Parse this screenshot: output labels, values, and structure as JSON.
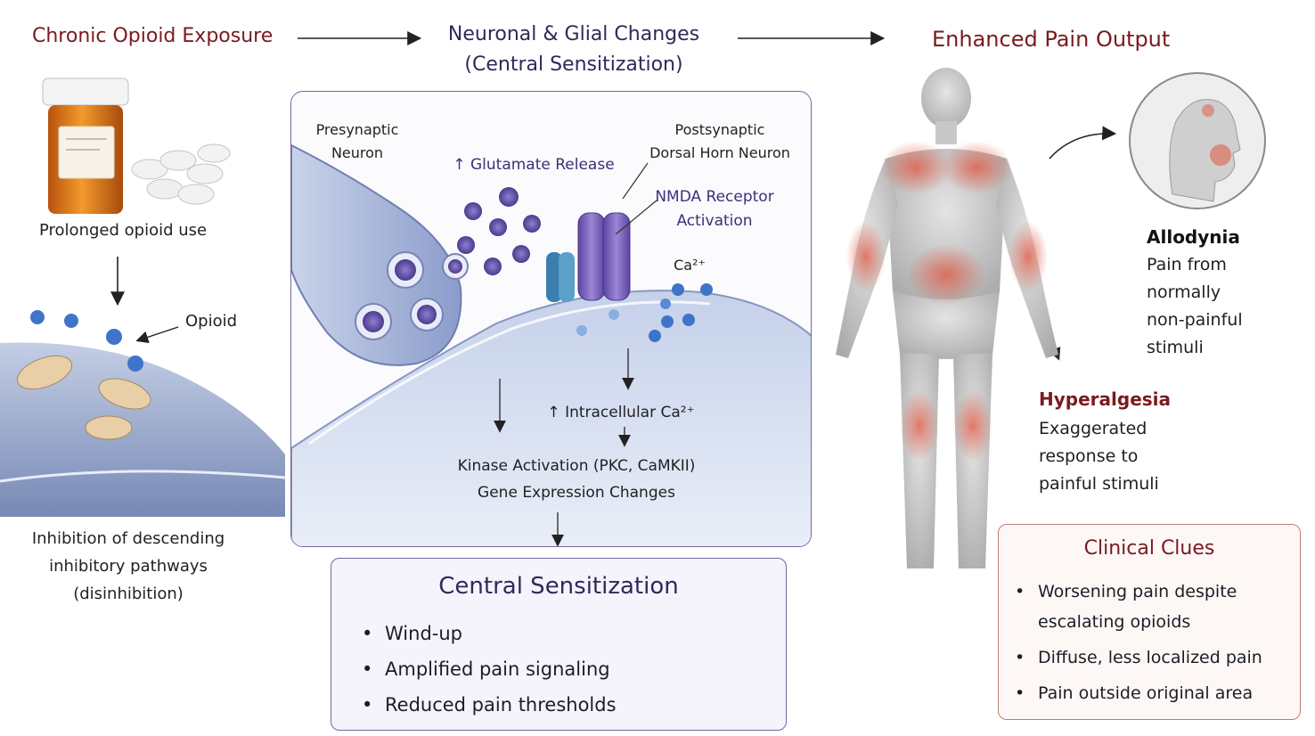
{
  "headers": {
    "left": "Chronic Opioid Exposure",
    "middle_line1": "Neuronal & Glial Changes",
    "middle_line2": "(Central Sensitization)",
    "right": "Enhanced Pain Output"
  },
  "left_panel": {
    "prolonged": "Prolonged opioid use",
    "opioid_label": "Opioid",
    "inhibition_line1": "Inhibition of descending",
    "inhibition_line2": "inhibitory pathways",
    "inhibition_line3": "(disinhibition)"
  },
  "synapse": {
    "presynaptic_line1": "Presynaptic",
    "presynaptic_line2": "Neuron",
    "postsynaptic_line1": "Postsynaptic",
    "postsynaptic_line2": "Dorsal Horn Neuron",
    "glutamate": "↑ Glutamate Release",
    "nmda_line1": "NMDA Receptor",
    "nmda_line2": "Activation",
    "calcium": "Ca²⁺",
    "intracellular": "↑ Intracellular Ca²⁺",
    "kinase": "Kinase Activation (PKC, CaMKII)",
    "gene": "Gene Expression Changes"
  },
  "central_sensitization": {
    "title": "Central Sensitization",
    "items": [
      "Wind-up",
      "Amplified pain signaling",
      "Reduced pain thresholds"
    ]
  },
  "allodynia": {
    "title": "Allodynia",
    "lines": [
      "Pain from",
      "normally",
      "non-painful",
      "stimuli"
    ]
  },
  "hyperalgesia": {
    "title": "Hyperalgesia",
    "lines": [
      "Exaggerated",
      "response to",
      "painful stimuli"
    ]
  },
  "clinical_clues": {
    "title": "Clinical Clues",
    "items": [
      "Worsening pain despite",
      "escalating opioids",
      "Diffuse, less localized pain",
      "Pain outside original area"
    ]
  },
  "colors": {
    "accent_red": "#7a1a1f",
    "accent_navy": "#2d2a5a",
    "panel_border": "#6e6a9e",
    "clue_border": "#c47b76",
    "receptor_purple": "#7a62b8",
    "molecule_blue": "#3f74c8"
  }
}
